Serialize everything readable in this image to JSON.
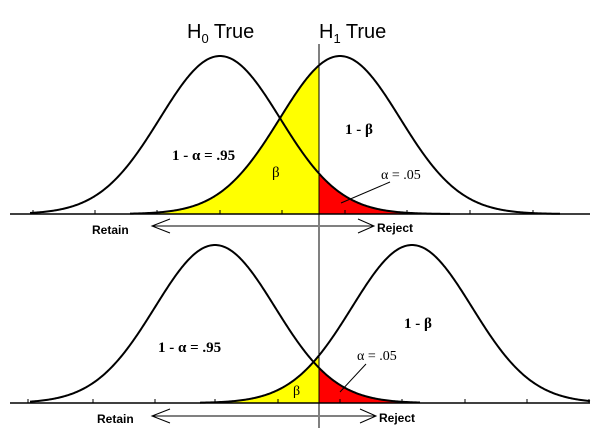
{
  "header": {
    "h0_prefix": "H",
    "h0_sub": "0",
    "h0_suffix": " True",
    "h1_prefix": "H",
    "h1_sub": "1",
    "h1_suffix": " True"
  },
  "top_panel": {
    "one_minus_alpha": "1 - α = .95",
    "one_minus_beta": "1 - β",
    "beta": "β",
    "alpha": "α = .05",
    "retain": "Retain",
    "reject": "Reject"
  },
  "bottom_panel": {
    "one_minus_alpha": "1 - α = .95",
    "one_minus_beta": "1 - β",
    "beta": "β",
    "alpha": "α = .05",
    "retain": "Retain",
    "reject": "Reject"
  },
  "colors": {
    "beta_region": "#ffff00",
    "alpha_region": "#ff0000",
    "lines": "#000000"
  }
}
